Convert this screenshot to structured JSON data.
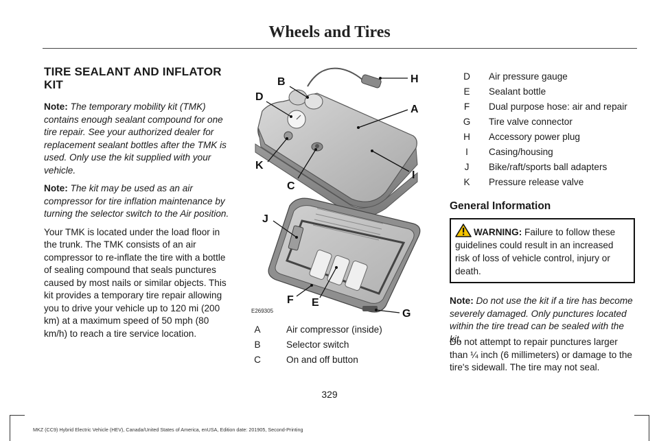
{
  "header": {
    "title": "Wheels and Tires"
  },
  "left": {
    "section_title": "TIRE SEALANT AND INFLATOR KIT",
    "note1_label": "Note:",
    "note1_text": "The temporary mobility kit (TMK) contains enough sealant compound for one tire repair. See your authorized dealer for replacement sealant bottles after the TMK is used. Only use the kit supplied with your vehicle.",
    "note2_label": "Note:",
    "note2_text": "The kit may be used as an air compressor for tire inflation maintenance by turning the selector switch to the Air position.",
    "body": "Your TMK is located under the load floor in the trunk. The TMK consists of an air compressor to re-inflate the tire with a bottle of sealing compound that seals punctures caused by most nails or similar objects. This kit provides a temporary tire repair allowing you to drive your vehicle up to 120 mi (200 km) at a maximum speed of 50 mph (80 km/h) to reach a tire service location."
  },
  "figure": {
    "code": "E269305",
    "callouts": [
      "A",
      "B",
      "C",
      "D",
      "E",
      "F",
      "G",
      "H",
      "I",
      "J",
      "K"
    ]
  },
  "legend_mid": [
    {
      "key": "A",
      "label": "Air compressor (inside)"
    },
    {
      "key": "B",
      "label": "Selector switch"
    },
    {
      "key": "C",
      "label": "On and off button"
    }
  ],
  "legend_right": [
    {
      "key": "D",
      "label": "Air pressure gauge"
    },
    {
      "key": "E",
      "label": "Sealant bottle"
    },
    {
      "key": "F",
      "label": "Dual purpose hose: air and repair"
    },
    {
      "key": "G",
      "label": "Tire valve connector"
    },
    {
      "key": "H",
      "label": "Accessory power plug"
    },
    {
      "key": "I",
      "label": "Casing/housing"
    },
    {
      "key": "J",
      "label": "Bike/raft/sports ball adapters"
    },
    {
      "key": "K",
      "label": "Pressure release valve"
    }
  ],
  "right": {
    "subsection_title": "General Information",
    "warning_label": "WARNING:",
    "warning_text": "Failure to follow these guidelines could result in an increased risk of loss of vehicle control, injury or death.",
    "note3_label": "Note:",
    "note3_text": "Do not use the kit if a tire has become severely damaged. Only punctures located within the tire tread can be sealed with the kit.",
    "body": "Do not attempt to repair punctures larger than ¼ inch (6 millimeters) or damage to the tire's sidewall. The tire may not seal."
  },
  "page_number": "329",
  "footer": "MKZ (CC9) Hybrid Electric Vehicle (HEV), Canada/United States of America, enUSA, Edition date: 201905, Second-Printing"
}
